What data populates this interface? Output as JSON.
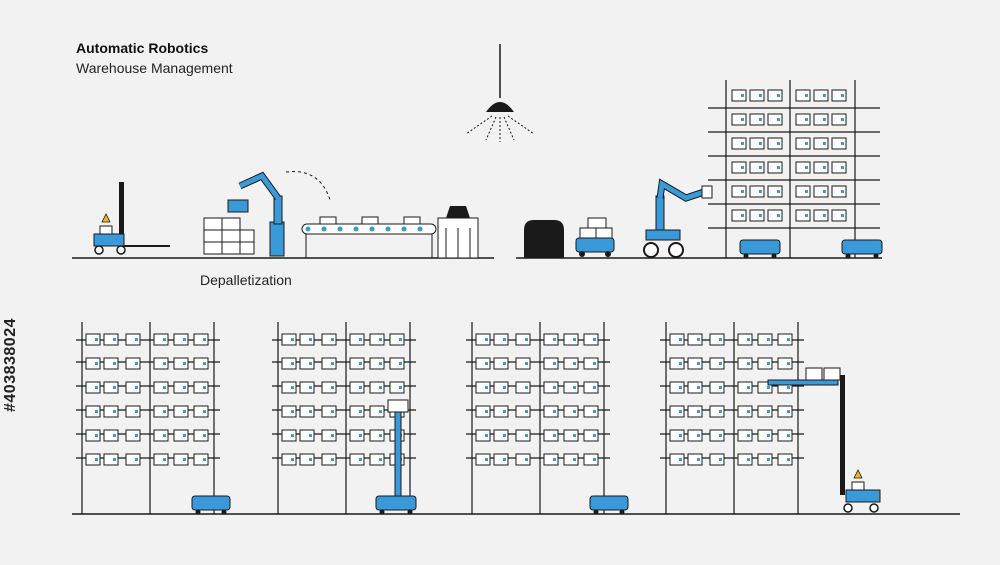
{
  "header": {
    "title": "Automatic Robotics",
    "subtitle": "Warehouse Management"
  },
  "labels": {
    "depalletization": "Depalletization"
  },
  "stock_id": "#403838024",
  "colors": {
    "accent": "#3a9ad9",
    "line": "#1a1a1a",
    "background": "#f2f2f2"
  }
}
